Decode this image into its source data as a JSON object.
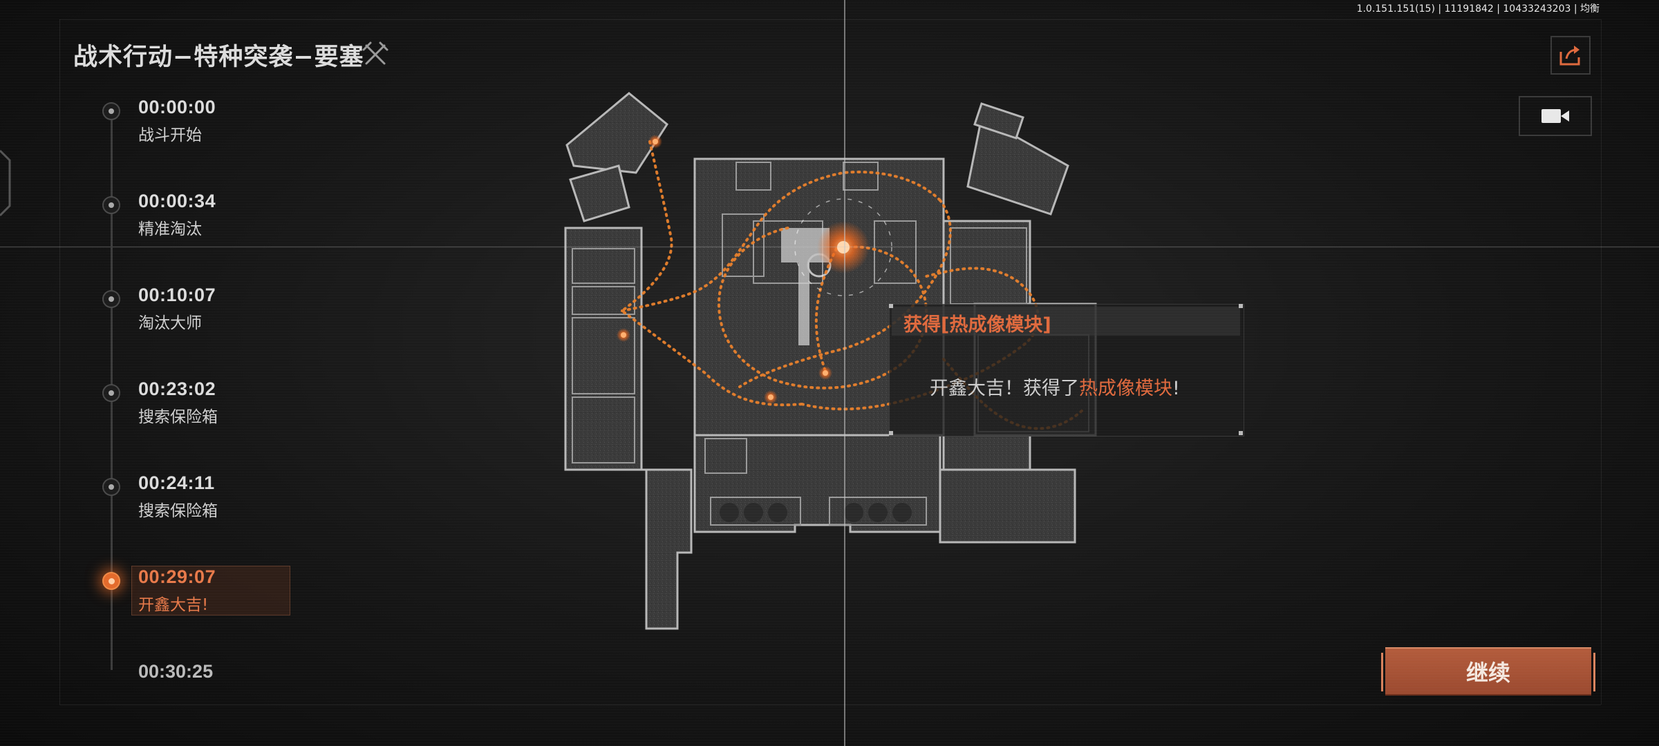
{
  "header": {
    "title": "战术行动−特种突袭−要塞",
    "title_icon": "crossed-swords-icon",
    "version_info": "1.0.151.151(15) | 11191842 | 10433243203 | 均衡"
  },
  "toolbar": {
    "share_icon": "share-icon",
    "video_icon": "video-camera-icon"
  },
  "timeline": {
    "items": [
      {
        "time": "00:00:00",
        "event": "战斗开始"
      },
      {
        "time": "00:00:34",
        "event": "精准淘汰"
      },
      {
        "time": "00:10:07",
        "event": "淘汰大师"
      },
      {
        "time": "00:23:02",
        "event": "搜索保险箱"
      },
      {
        "time": "00:24:11",
        "event": "搜索保险箱"
      },
      {
        "time": "00:29:07",
        "event": "开鑫大吉!"
      }
    ],
    "active_index": 5,
    "partial_next_time": "00:30:25"
  },
  "popup": {
    "title": "获得[热成像模块]",
    "message_prefix": "开鑫大吉！获得了",
    "message_item": "热成像模块",
    "message_suffix": "!"
  },
  "continue_label": "继续",
  "colors": {
    "accent": "#e06a3e",
    "button": "#a5512f",
    "path": "#e8802c",
    "background": "#121212"
  }
}
